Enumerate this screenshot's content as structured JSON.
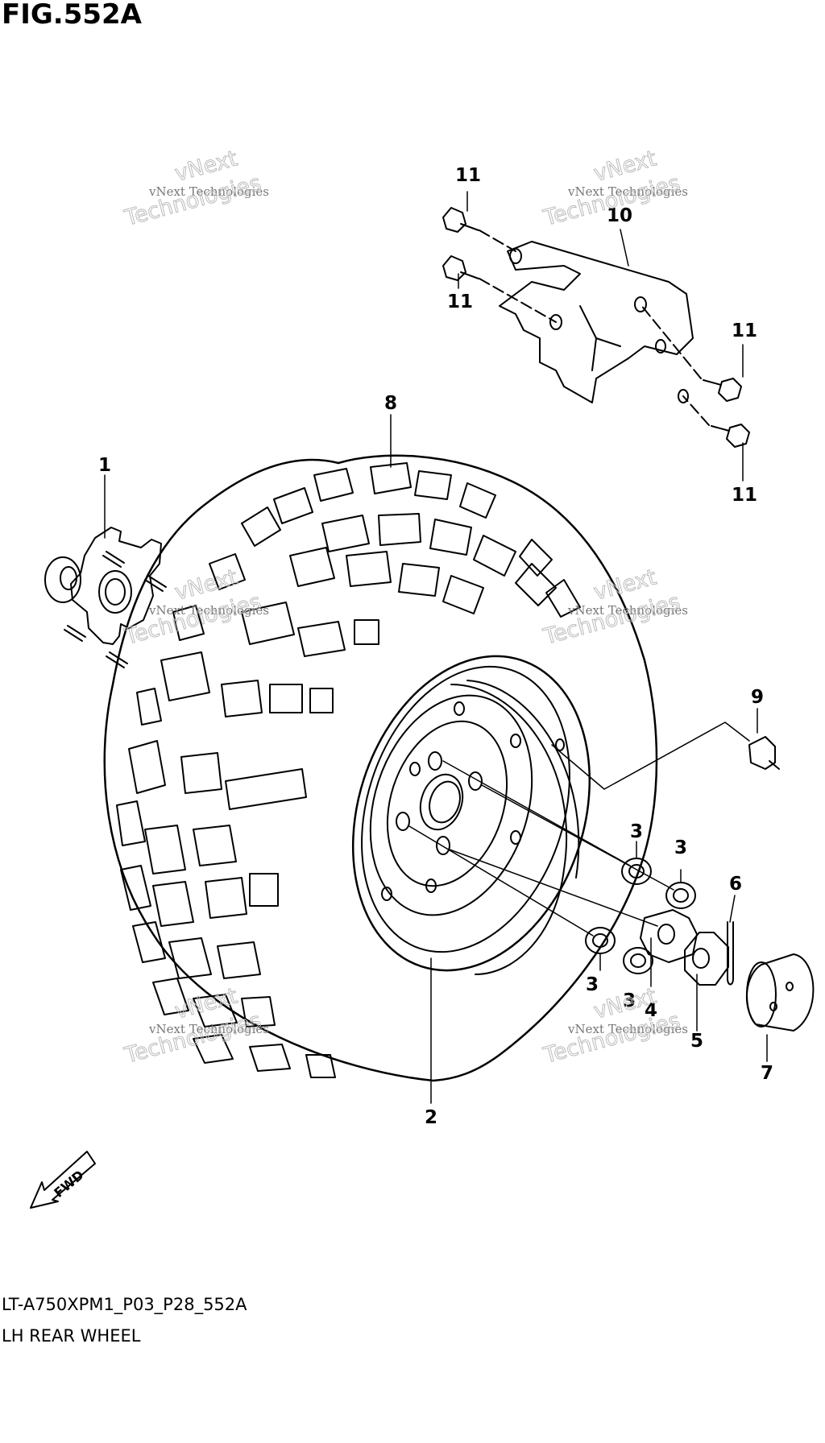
{
  "figure_title": "FIG.552A",
  "diagram_code": "LT-A750XPM1_P03_P28_552A",
  "caption": "LH REAR WHEEL",
  "fwd_label": "FWD",
  "watermark": {
    "line1": "vNext",
    "line2": "vNext Technologies",
    "line3": "Technologies"
  },
  "callouts": {
    "c1": "1",
    "c2": "2",
    "c3a": "3",
    "c3b": "3",
    "c3c": "3",
    "c3d": "3",
    "c4": "4",
    "c5": "5",
    "c6": "6",
    "c7": "7",
    "c8": "8",
    "c9": "9",
    "c10": "10",
    "c11a": "11",
    "c11b": "11",
    "c11c": "11",
    "c11d": "11"
  }
}
